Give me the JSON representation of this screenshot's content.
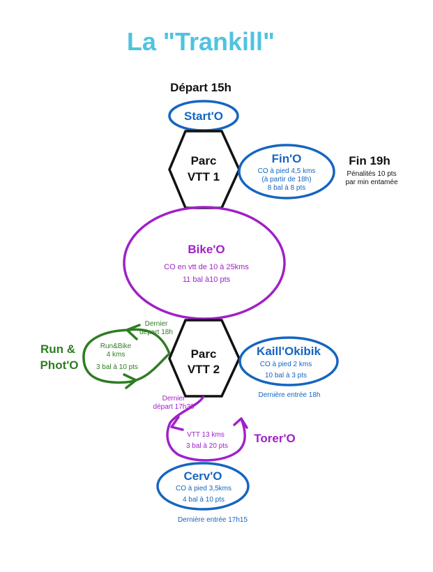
{
  "title": "La \"Trankill\"",
  "depart": "Départ 15h",
  "start": {
    "label": "Start'O"
  },
  "parc1": {
    "line1": "Parc",
    "line2": "VTT 1"
  },
  "fin": {
    "label": "Fin'O",
    "line1": "CO à pied 4,5 kms",
    "line2": "(à partir de 18h)",
    "line3": "8 bal à 8 pts"
  },
  "fin_time": {
    "label": "Fin 19h",
    "line1": "Pénalités 10 pts",
    "line2": "par min entamée"
  },
  "bike": {
    "label": "Bike'O",
    "line1": "CO en vtt de 10 à 25kms",
    "line2": "11 bal à10 pts"
  },
  "run": {
    "label1": "Run &",
    "label2": "Phot'O",
    "line1": "Run&Bike",
    "line2": "4 kms",
    "line3": "3 bal à 10 pts",
    "last1": "Dernier",
    "last2": "départ 18h"
  },
  "parc2": {
    "line1": "Parc",
    "line2": "VTT 2"
  },
  "kaill": {
    "label": "Kaill'Okibik",
    "line1": "CO à pied 2 kms",
    "line2": "10 bal à 3 pts",
    "last": "Dernière entrée 18h"
  },
  "torer": {
    "label": "Torer'O",
    "line1": "VTT 13 kms",
    "line2": "3 bal à 20 pts",
    "last1": "Dernier",
    "last2": "départ 17h30"
  },
  "cerv": {
    "label": "Cerv'O",
    "line1": "CO à pied 3,5kms",
    "line2": "4 bal à 10 pts",
    "last": "Dernière entrée 17h15"
  },
  "colors": {
    "title": "#4fc3e0",
    "blue": "#1565c0",
    "purple": "#a020c8",
    "green": "#2e7d22",
    "black": "#111111"
  }
}
